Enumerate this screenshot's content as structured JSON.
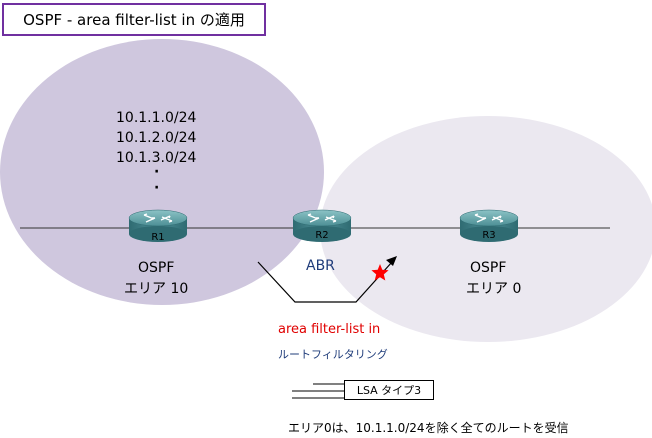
{
  "title": "OSPF - area filter-list in の適用",
  "networks": [
    "10.1.1.0/24",
    "10.1.2.0/24",
    "10.1.3.0/24"
  ],
  "routers": {
    "r1": "R1",
    "r2": "R2",
    "r3": "R3"
  },
  "area_left": {
    "protocol": "OSPF",
    "name": "エリア 10"
  },
  "area_right": {
    "protocol": "OSPF",
    "name": "エリア 0"
  },
  "abr_label": "ABR",
  "filter_command": "area filter-list in",
  "filter_desc": "ルートフィルタリング",
  "legend": {
    "lsa": "LSA タイプ3"
  },
  "note": "エリア0は、10.1.1.0/24を除く全てのルートを受信",
  "colors": {
    "area_left": "#cfc7de",
    "area_right": "#ebe8f0",
    "router_body": "#3f7f86",
    "router_top": "#6aa9ad",
    "title_border": "#7030a0",
    "filter_text": "#e00000",
    "abr_text": "#1f3c7a"
  }
}
